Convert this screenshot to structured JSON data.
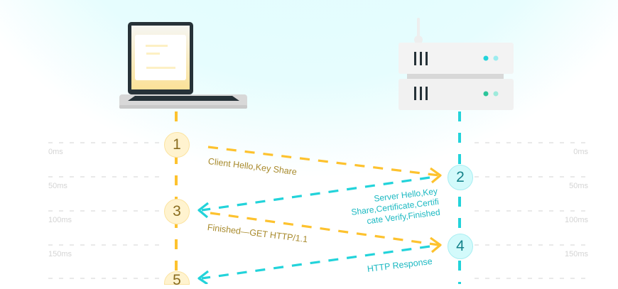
{
  "timeline": [
    "0ms",
    "50ms",
    "100ms",
    "150ms"
  ],
  "steps": [
    "1",
    "2",
    "3",
    "4",
    "5"
  ],
  "messages": {
    "client_hello": "Client Hello,Key Share",
    "server_hello_1": "Server Hello,Key",
    "server_hello_2": "Share,Certificate,Certifi",
    "server_hello_3": "cate Verify,Finished",
    "finished_get": "Finished—GET HTTP/1.1",
    "http_response": "HTTP Response"
  },
  "colors": {
    "client": "#fdc22e",
    "server": "#22d3da",
    "client_text": "#a88a2c",
    "server_text": "#1cb9c2"
  }
}
